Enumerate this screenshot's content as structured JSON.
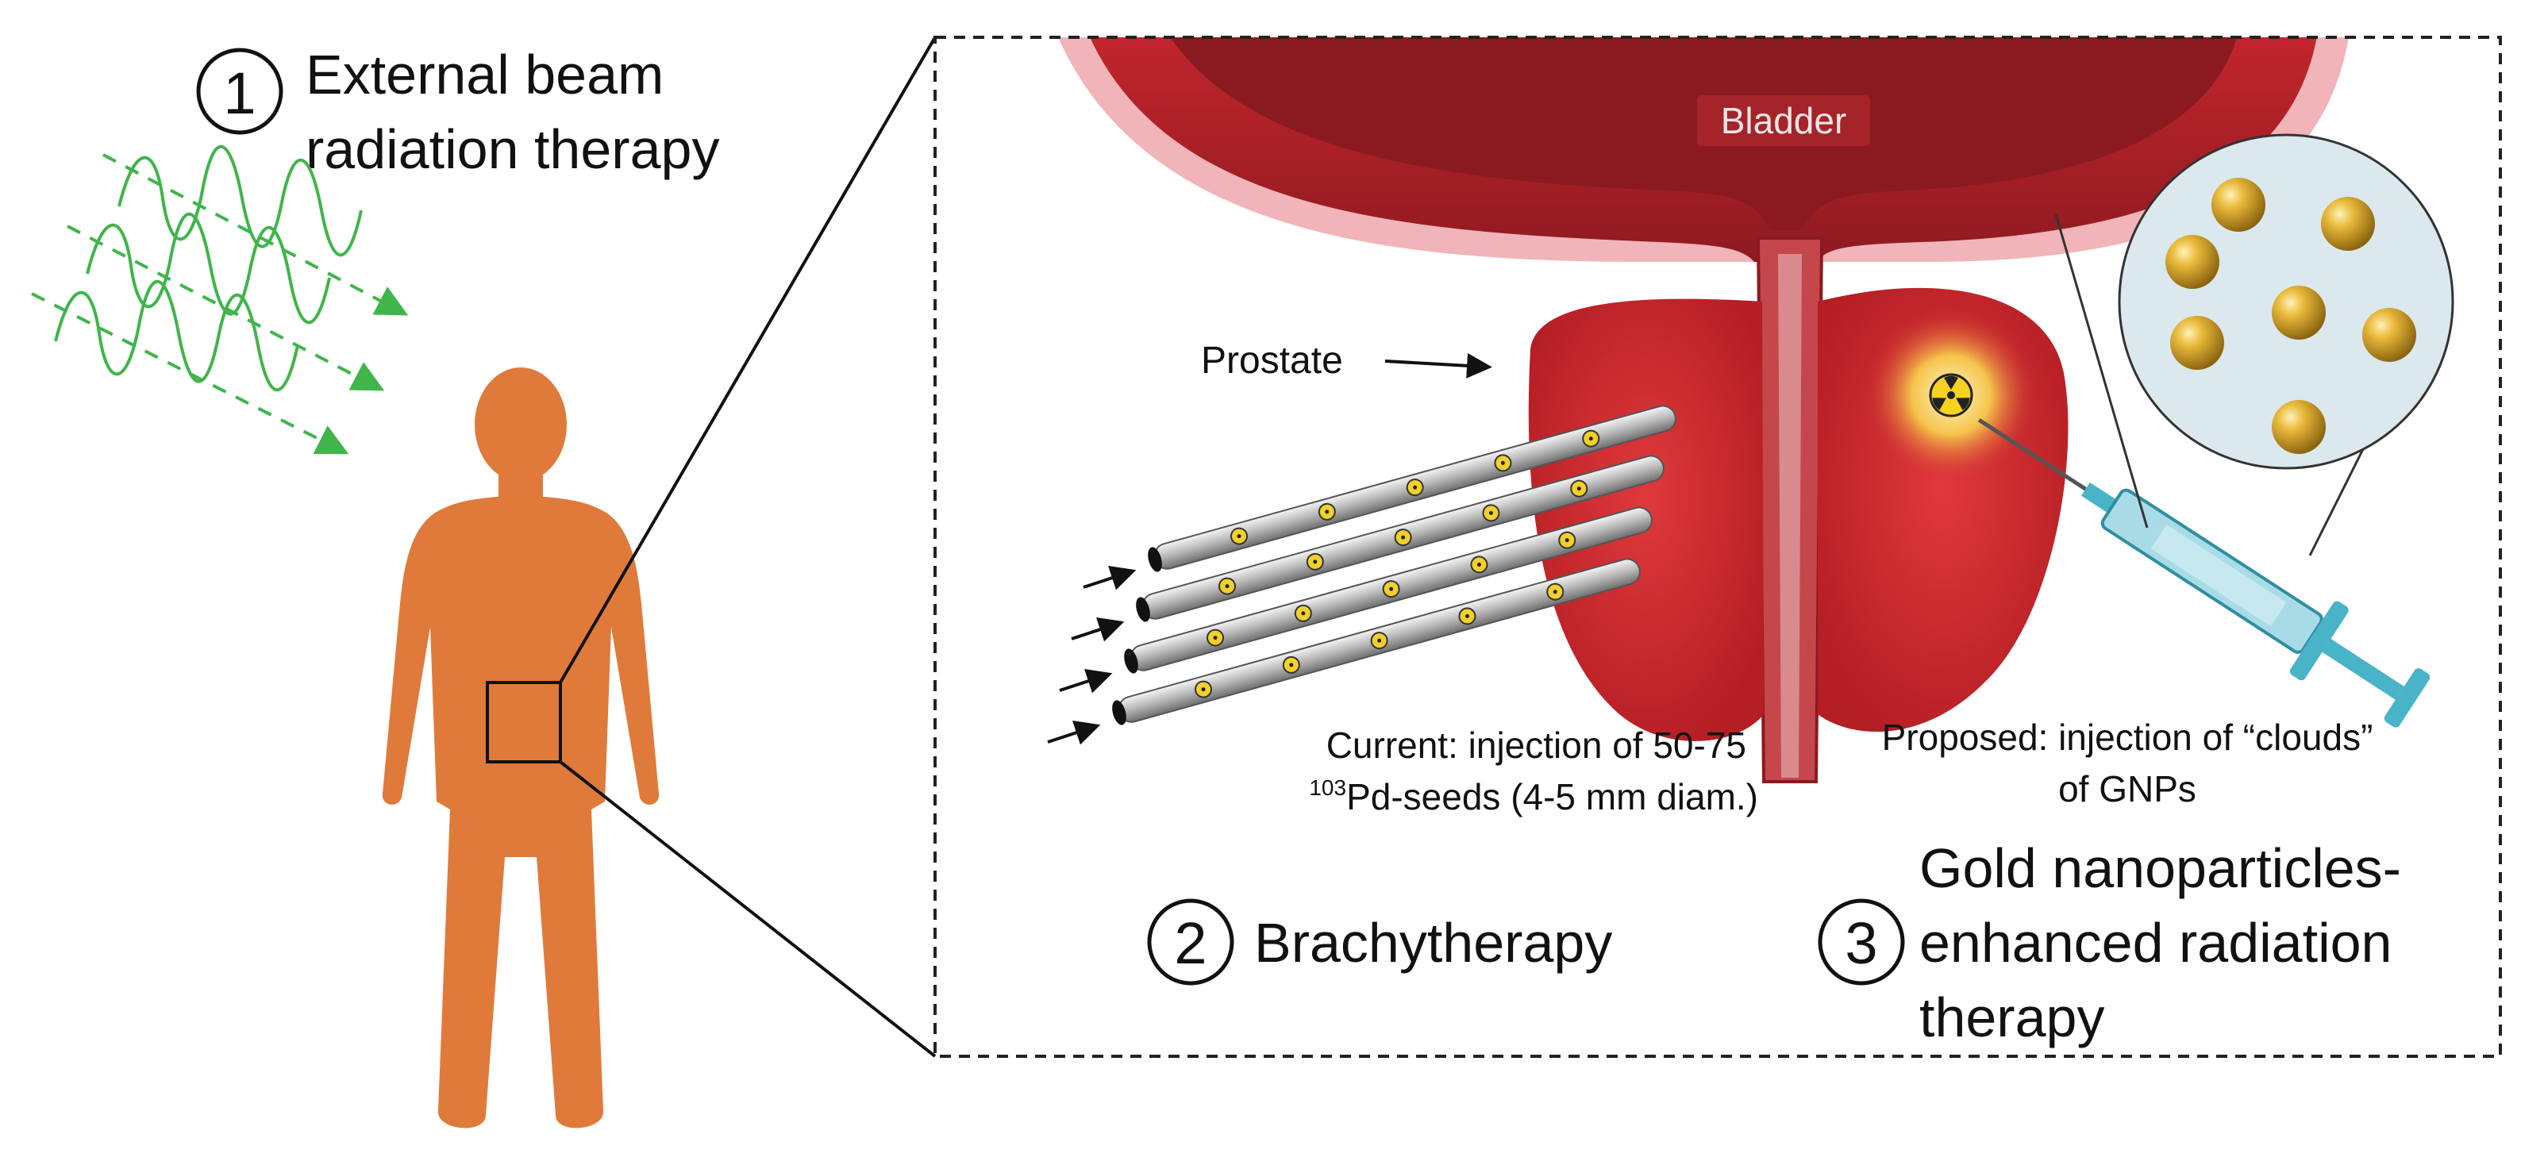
{
  "section1": {
    "number": "1",
    "title_line1": "External beam",
    "title_line2": "radiation therapy"
  },
  "section2": {
    "number": "2",
    "title": "Brachytherapy"
  },
  "section3": {
    "number": "3",
    "title_line1": "Gold nanoparticles-",
    "title_line2": "enhanced radiation",
    "title_line3": "therapy"
  },
  "labels": {
    "bladder": "Bladder",
    "prostate": "Prostate",
    "current_line1": "Current: injection of 50-75",
    "current_sup": "103",
    "current_line2": "Pd-seeds (4-5 mm diam.)",
    "proposed_line1": "Proposed: injection of “clouds”",
    "proposed_line2": "of GNPs"
  },
  "colors": {
    "body": "#e07a3a",
    "beam": "#3fb54a",
    "tissue_outer": "#b52026",
    "tissue_inner": "#8a1a1f",
    "bladder_wall": "#f1b4b9",
    "prostate": "#cf2a2f",
    "gold": "#c99a24",
    "syringe": "#49b3c8",
    "circle_fill": "#dbe8ee"
  },
  "icons": [
    "radiation-icon",
    "gold-nanoparticle-icon",
    "seed-needle-icon",
    "syringe-icon",
    "human-body-icon"
  ]
}
